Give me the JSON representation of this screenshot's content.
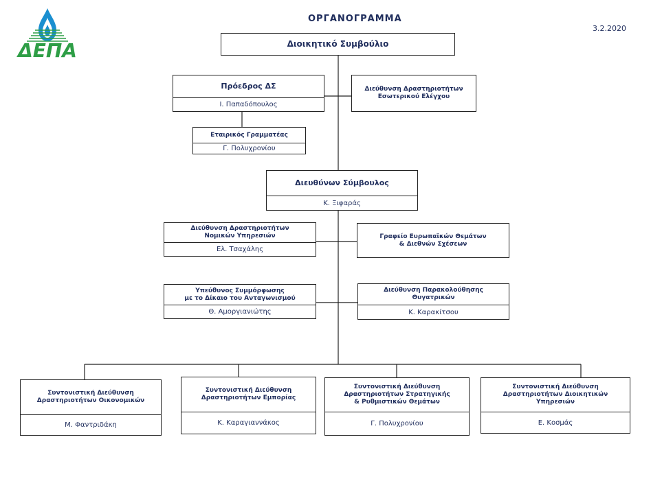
{
  "header": {
    "logo_text": "ΔΕΠΑ",
    "title": "ΟΡΓΑΝΟΓΡΑΜΜΑ",
    "date": "3.2.2020"
  },
  "nodes": {
    "board": {
      "title": "Διοικητικό Συμβούλιο"
    },
    "chairman": {
      "title": "Πρόεδρος ΔΣ",
      "name": "Ι. Παπαδόπουλος"
    },
    "internal_audit": {
      "title": "Διεύθυνση Δραστηριοτήτων\nΕσωτερικού Ελέγχου"
    },
    "secretary": {
      "title": "Εταιρικός Γραμματέας",
      "name": "Γ. Πολυχρονίου"
    },
    "ceo": {
      "title": "Διευθύνων Σύμβουλος",
      "name": "Κ. Ξιφαράς"
    },
    "legal": {
      "title": "Διεύθυνση Δραστηριοτήτων\nΝομικών Υπηρεσιών",
      "name": "Ελ. Τσαχάλης"
    },
    "european": {
      "title": "Γραφείο Ευρωπαϊκών Θεμάτων\n& Διεθνών Σχέσεων"
    },
    "compliance": {
      "title": "Υπεύθυνος Συμμόρφωσης\nμε το Δίκαιο του Ανταγωνισμού",
      "name": "Θ. Αμοργιανιώτης"
    },
    "subsidiaries": {
      "title": "Διεύθυνση Παρακολούθησης\nΘυγατρικών",
      "name": "Κ. Καρακίτσου"
    },
    "finance": {
      "title": "Συντονιστική Διεύθυνση\nΔραστηριοτήτων Οικονομικών",
      "name": "Μ. Φαντριδάκη"
    },
    "commerce": {
      "title": "Συντονιστική Διεύθυνση\nΔραστηριοτήτων Εμπορίας",
      "name": "Κ. Καραγιαννάκος"
    },
    "strategy": {
      "title": "Συντονιστική Διεύθυνση\nΔραστηριοτήτων Στρατηγικής\n& Ρυθμιστικών Θεμάτων",
      "name": "Γ. Πολυχρονίου"
    },
    "admin": {
      "title": "Συντονιστική Διεύθυνση\nΔραστηριοτήτων Διοικητικών\nΥπηρεσιών",
      "name": "Ε. Κοσμάς"
    }
  },
  "colors": {
    "text": "#1f2d5c",
    "logo_green": "#2e9e46",
    "logo_blue": "#1a8fd0",
    "line": "#222222"
  }
}
